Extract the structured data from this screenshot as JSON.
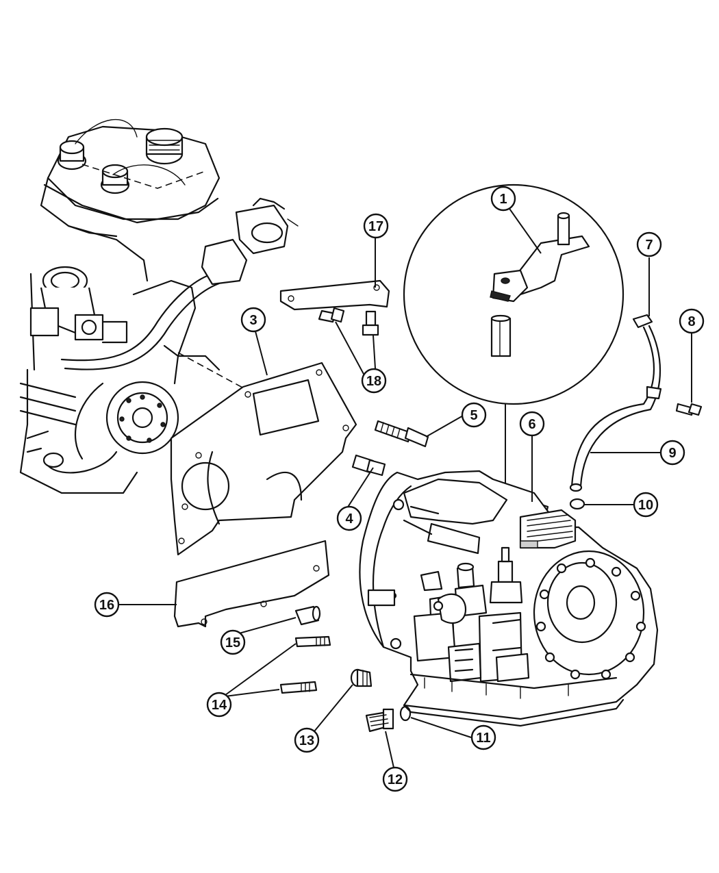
{
  "diagram": {
    "callouts": [
      {
        "id": "1",
        "label": "1"
      },
      {
        "id": "3",
        "label": "3"
      },
      {
        "id": "4",
        "label": "4"
      },
      {
        "id": "5",
        "label": "5"
      },
      {
        "id": "6",
        "label": "6"
      },
      {
        "id": "7",
        "label": "7"
      },
      {
        "id": "8",
        "label": "8"
      },
      {
        "id": "9",
        "label": "9"
      },
      {
        "id": "10",
        "label": "10"
      },
      {
        "id": "11",
        "label": "11"
      },
      {
        "id": "12",
        "label": "12"
      },
      {
        "id": "13",
        "label": "13"
      },
      {
        "id": "14",
        "label": "14"
      },
      {
        "id": "15",
        "label": "15"
      },
      {
        "id": "16",
        "label": "16"
      },
      {
        "id": "17",
        "label": "17"
      },
      {
        "id": "18",
        "label": "18"
      }
    ]
  }
}
